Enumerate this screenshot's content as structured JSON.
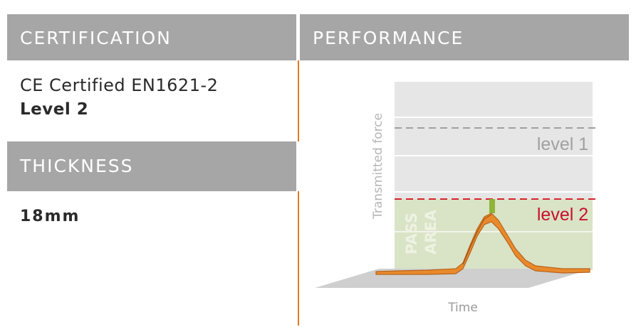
{
  "certification": {
    "header": "CERTIFICATION",
    "line": "CE Certified EN1621-2",
    "level": "Level 2"
  },
  "thickness": {
    "header": "THICKNESS",
    "value": "18mm"
  },
  "performance": {
    "header": "PERFORMANCE",
    "y_axis_label": "Transmitted force",
    "x_axis_label": "Time",
    "level1_label": "level 1",
    "level2_label": "level 2",
    "pass_area_line1": "PASS",
    "pass_area_line2": "AREA"
  },
  "colors": {
    "header_bg": "#a6a6a7",
    "accent_orange": "#e07a1f",
    "level2_red": "#c8102e",
    "pass_area_green": "#d7e2c2"
  }
}
